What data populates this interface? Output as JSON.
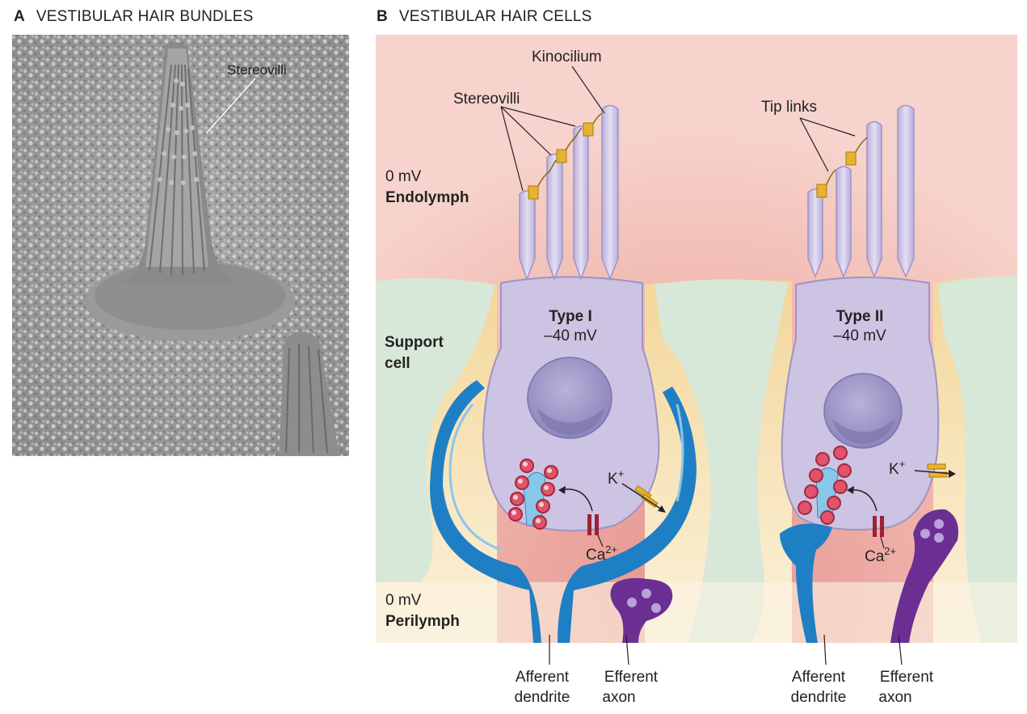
{
  "panel_a": {
    "letter": "A",
    "title": "VESTIBULAR HAIR BUNDLES",
    "stereovilli_label": "Stereovilli"
  },
  "panel_b": {
    "letter": "B",
    "title": "VESTIBULAR HAIR CELLS",
    "labels": {
      "kinocilium": "Kinocilium",
      "stereovilli": "Stereovilli",
      "tip_links": "Tip links",
      "endolymph_mv": "0 mV",
      "endolymph": "Endolymph",
      "support_cell_1": "Support",
      "support_cell_2": "cell",
      "perilymph_mv": "0 mV",
      "perilymph": "Perilymph",
      "type1_name": "Type I",
      "type1_mv": "–40 mV",
      "type2_name": "Type II",
      "type2_mv": "–40 mV",
      "k_ion": "K",
      "k_charge": "+",
      "ca_ion": "Ca",
      "ca_charge": "2+",
      "afferent_1": "Afferent",
      "afferent_2": "dendrite",
      "efferent_1": "Efferent",
      "efferent_2": "axon"
    }
  },
  "colors": {
    "endolymph": "#f0b8b0",
    "support_cell": "#d7e8d8",
    "hair_cell": "#cdc3e2",
    "afferent": "#1f7fc4",
    "efferent": "#6b2f94",
    "channel": "#e8b22c",
    "vesicle": "#e0536a",
    "ca_channel": "#9c2235"
  }
}
